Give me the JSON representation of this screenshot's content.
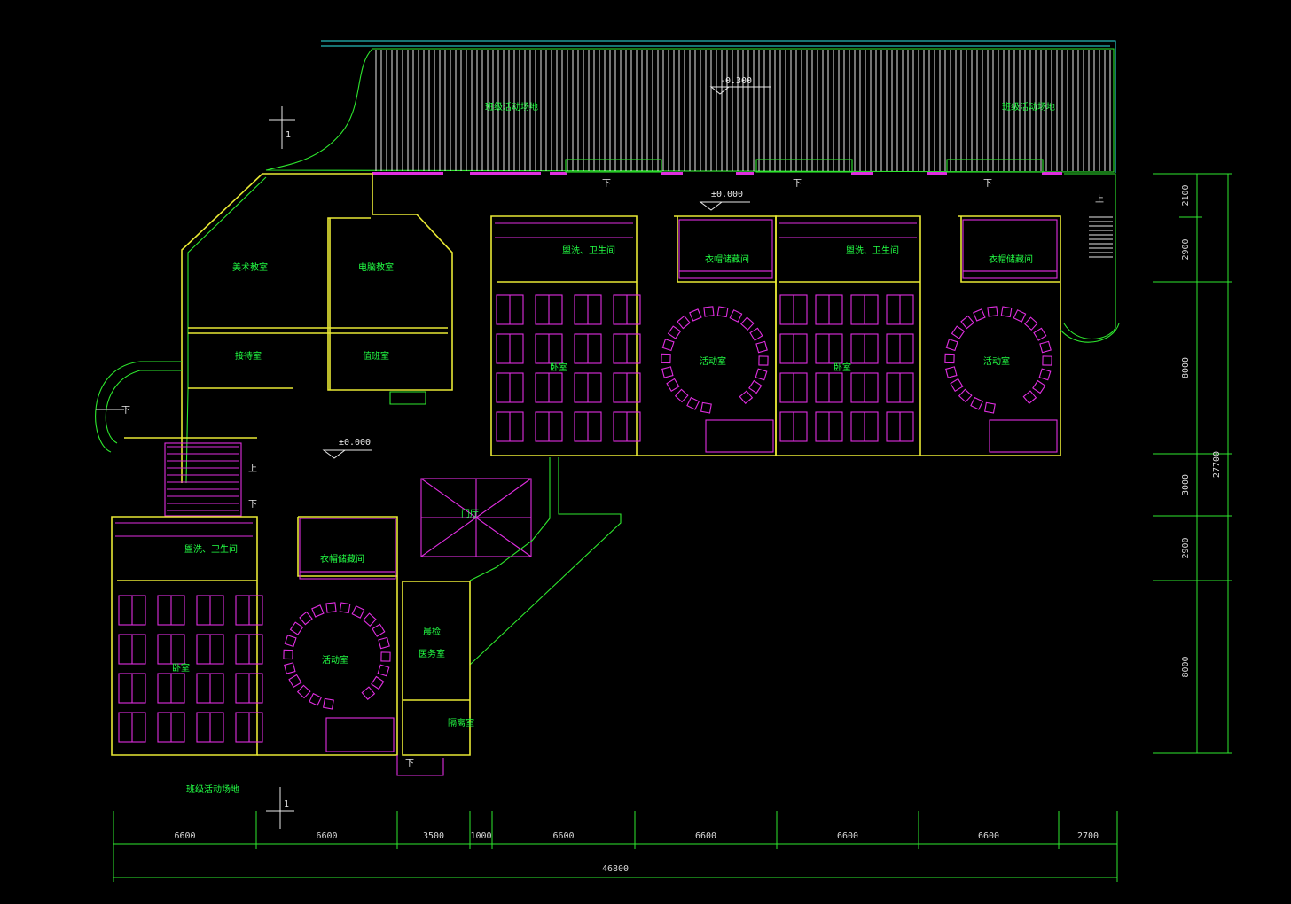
{
  "levels": {
    "outdoor": "-0.300",
    "indoor_right": "±0.000",
    "indoor_left": "±0.000"
  },
  "rooms": {
    "outdoor_top_left": "班级活动场地",
    "outdoor_top_right": "班级活动场地",
    "outdoor_bottom": "班级活动场地",
    "art": "美术教室",
    "computer": "电脑教室",
    "reception": "接待室",
    "infirmary": "值班室",
    "wash_1": "盥洗、卫生间",
    "cloak_1": "衣帽储藏间",
    "bed_1": "卧室",
    "act_1": "活动室",
    "wash_2": "盥洗、卫生间",
    "cloak_2": "衣帽储藏间",
    "bed_2": "卧室",
    "act_2": "活动室",
    "wash_3": "盥洗、卫生间",
    "cloak_3": "衣帽储藏间",
    "bed_3": "卧室",
    "act_3": "活动室",
    "hall": "门厅",
    "clinic_a": "晨检",
    "clinic_b": "医务室",
    "isolation": "隔离室"
  },
  "stair_marks": {
    "down": "下",
    "up": "上"
  },
  "section_marks": {
    "top": "1",
    "bottom": "1"
  },
  "dimensions": {
    "bottom": [
      "6600",
      "6600",
      "3500",
      "1000",
      "6600",
      "6600",
      "6600",
      "6600",
      "2700"
    ],
    "bottom_total": "46800",
    "right": [
      "2100",
      "2900",
      "8000",
      "3000",
      "2900",
      "8000"
    ],
    "right_total": "27700"
  }
}
